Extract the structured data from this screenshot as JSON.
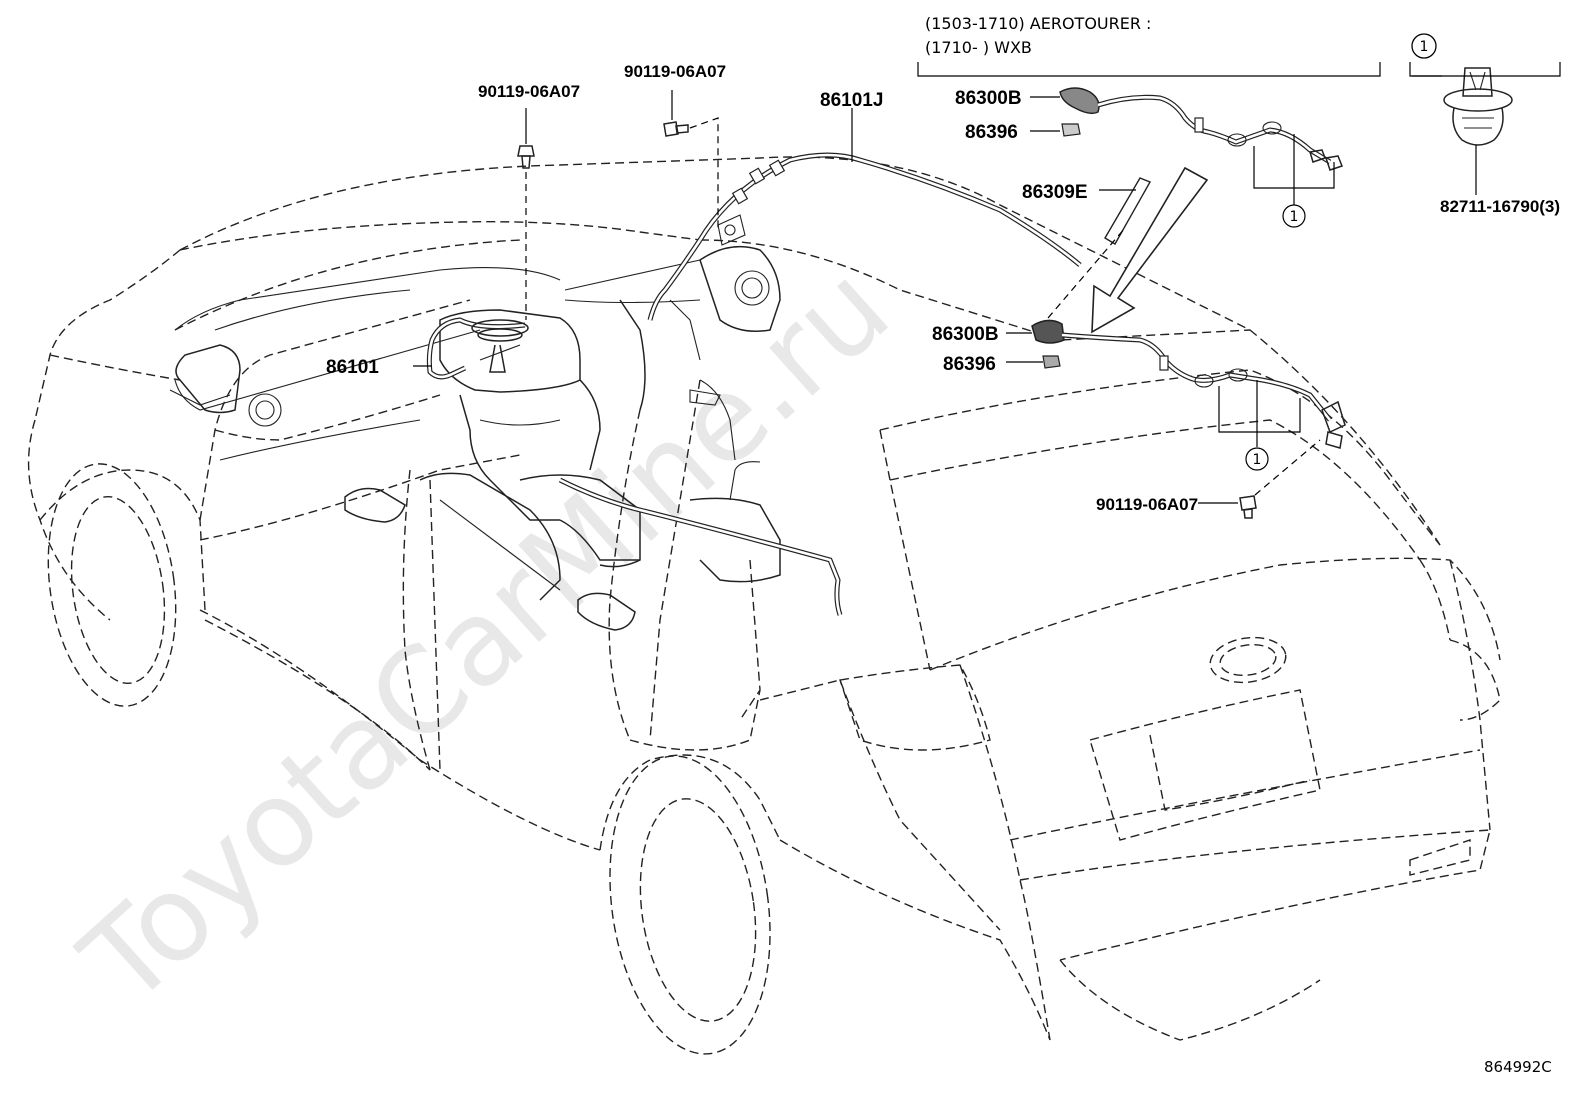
{
  "watermark": "ToyotaCarMine.ru",
  "notes": {
    "variant_line_1": "(1503-1710) AEROTOURER :",
    "variant_line_2": "(1710-        ) WXB",
    "circle_ref": "1"
  },
  "callouts": {
    "screw_top_left": "90119-06A07",
    "screw_top_mid": "90119-06A07",
    "wire_roof": "86101J",
    "wire_front": "86101",
    "antenna_top": "86300B",
    "pad_top": "86396",
    "cover": "86309E",
    "antenna_rear": "86300B",
    "pad_rear": "86396",
    "screw_rear": "90119-06A07",
    "clip": "82711-16790(3)"
  },
  "circle_markers": [
    "1",
    "1",
    "1"
  ],
  "diagram_ref": "864992C"
}
